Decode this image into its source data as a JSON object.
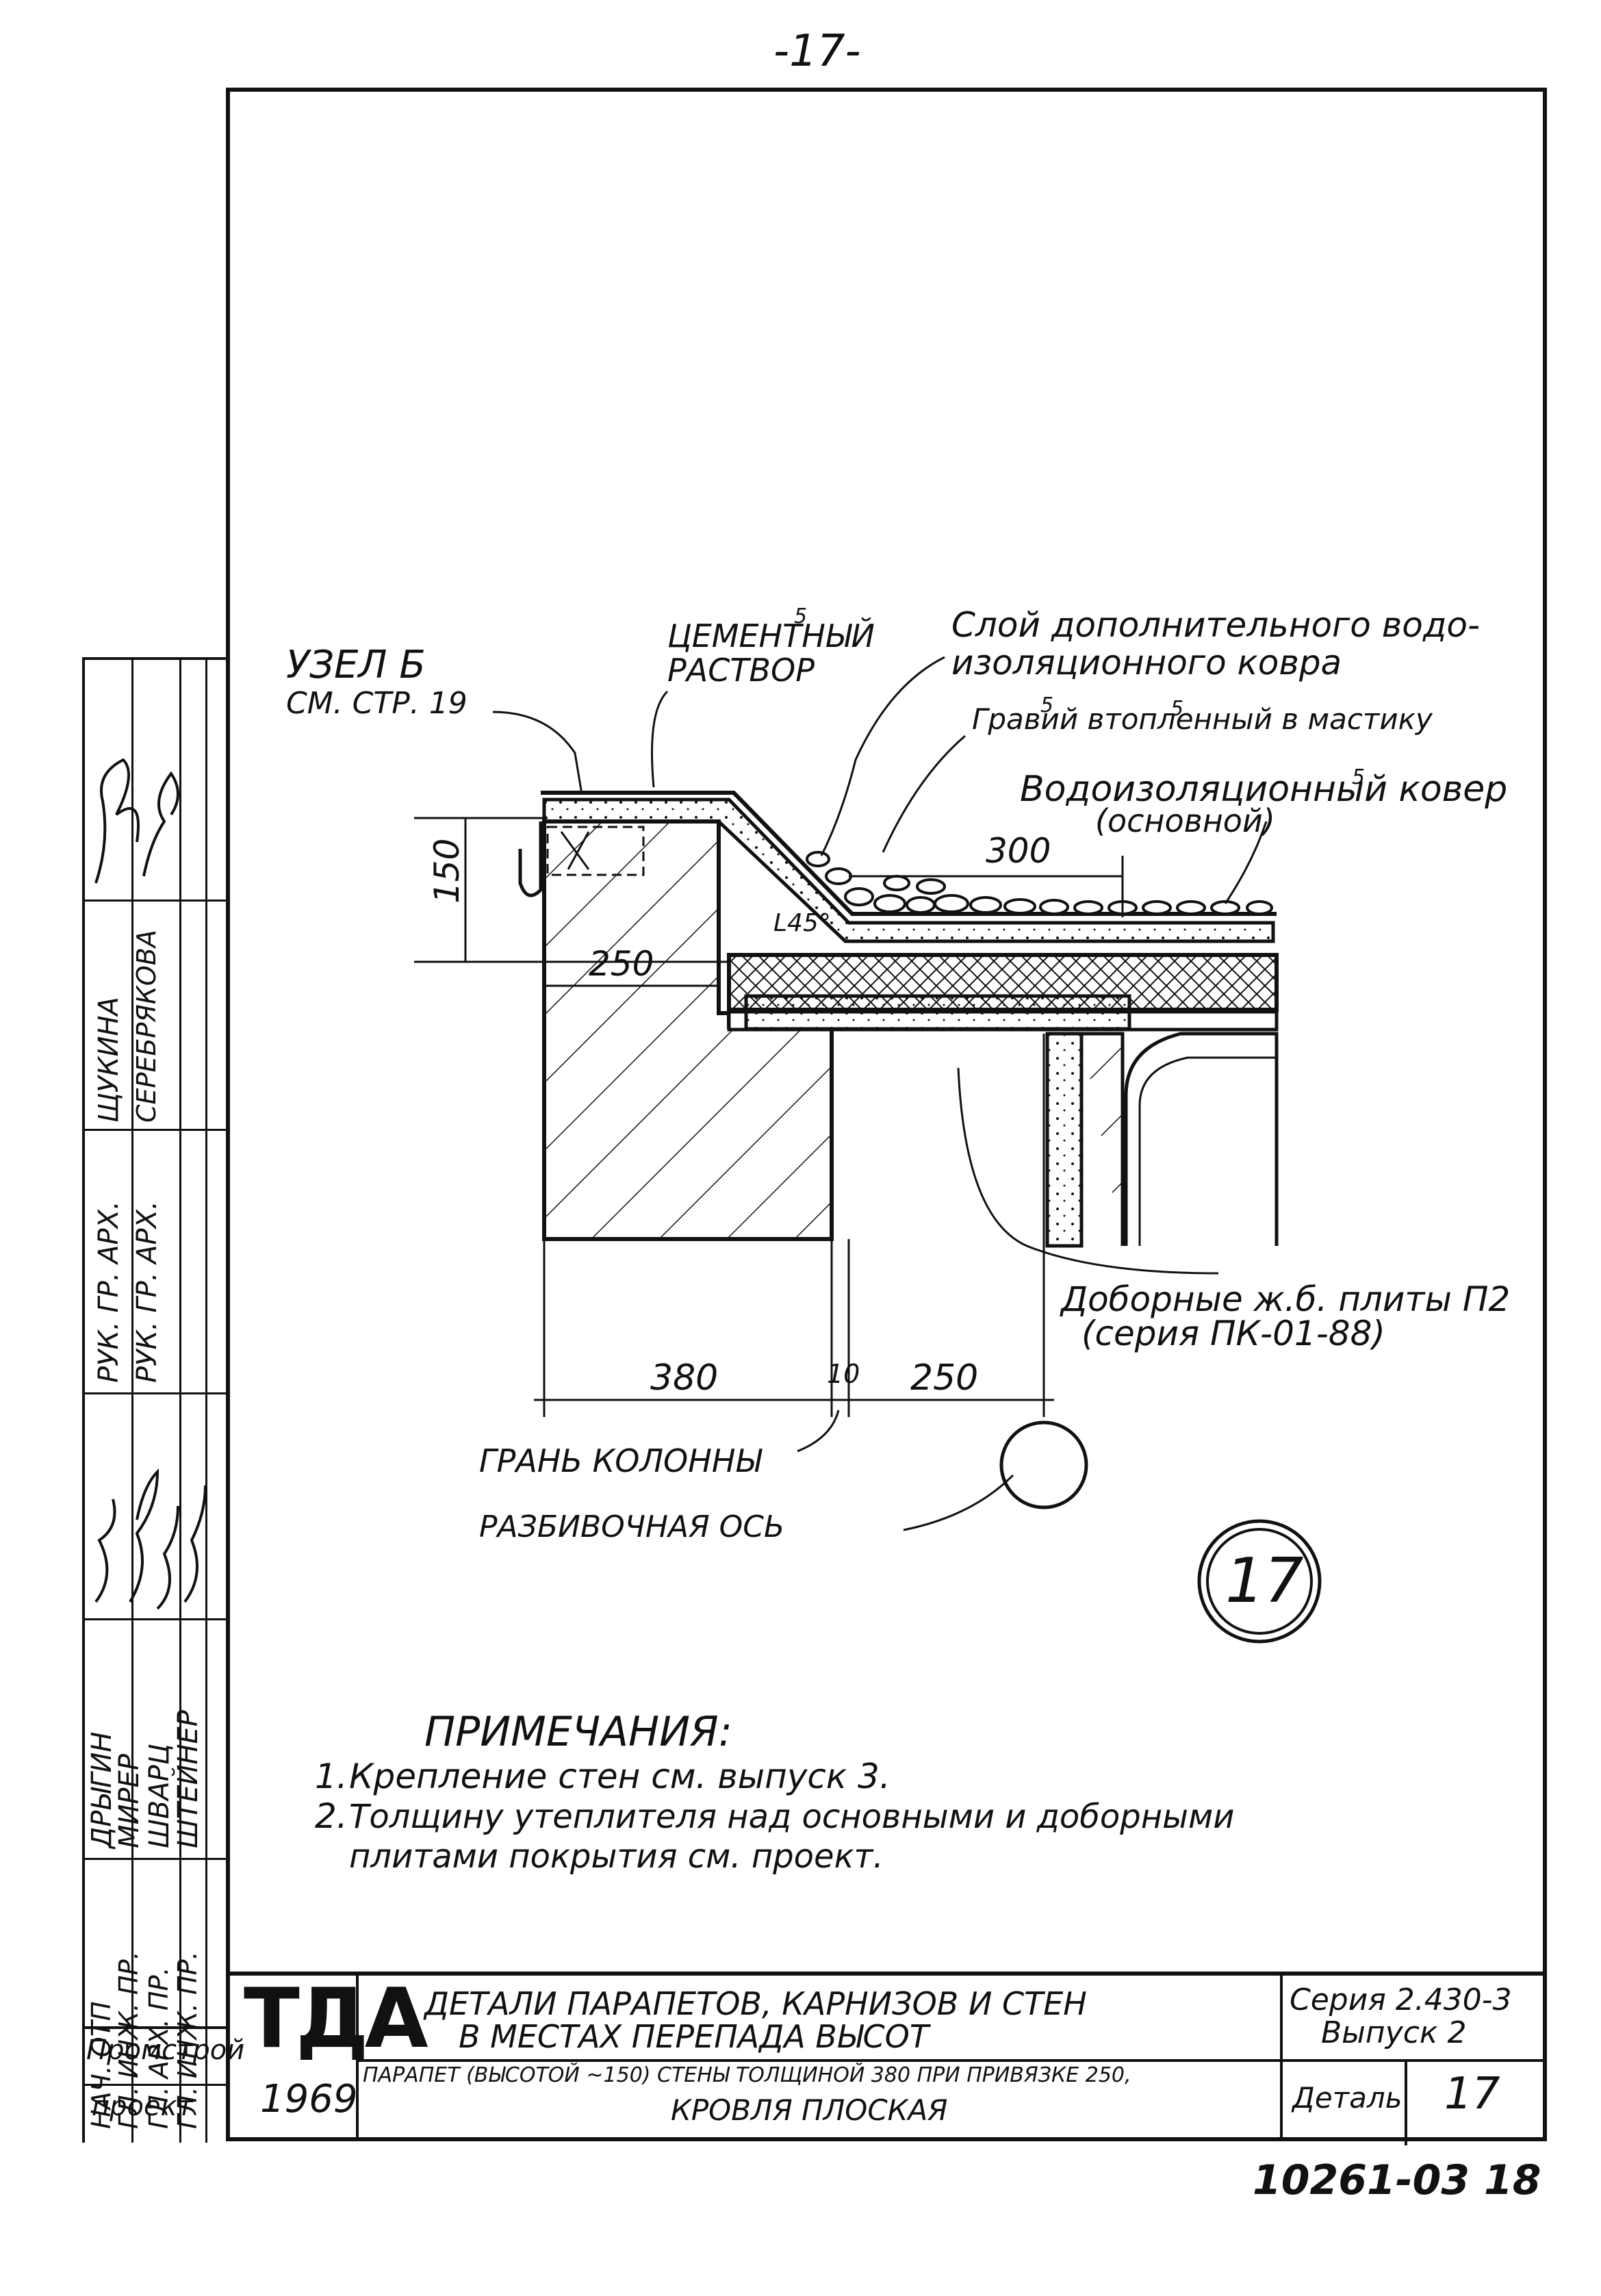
{
  "page_number": "-17-",
  "labels": {
    "node": "УЗЕЛ Б",
    "node_ref": "СМ. СТР. 19",
    "cement_1": "ЦЕМЕНТНЫЙ",
    "cement_2": "РАСТВОР",
    "extra_layer_1": "Слой дополнительного водо-",
    "extra_layer_2": "изоляционного ковра",
    "gravel": "Гравий втопленный в мастику",
    "main_carpet_1": "Водоизоляционный ковер",
    "main_carpet_2": "(основной)",
    "slabs_1": "Доборные ж.б. плиты П2",
    "slabs_2": "(серия ПК-01-88)",
    "column_face": "ГРАНЬ КОЛОННЫ",
    "axis": "РАЗБИВОЧНАЯ ОСЬ",
    "angle": "L45°",
    "dim_150": "150",
    "dim_250_top": "250",
    "dim_300": "300",
    "dim_380": "380",
    "dim_10": "10",
    "dim_250_bottom": "250",
    "detail_number": "17",
    "sup_5a": "5",
    "sup_5b": "5",
    "sup_5c": "5",
    "sup_5d": "5"
  },
  "notes": {
    "title": "ПРИМЕЧАНИЯ:",
    "n1_num": "1.",
    "n1": "Крепление стен см. выпуск 3.",
    "n2_num": "2.",
    "n2a": "Толщину утеплителя над основными и доборными",
    "n2b": "плитами покрытия см. проект."
  },
  "title_block": {
    "org_1": "Промстрой",
    "org_2": "проект",
    "logo": "ТДА",
    "year": "1969",
    "title_1": "ДЕТАЛИ ПАРАПЕТОВ, КАРНИЗОВ И СТЕН",
    "title_2": "В МЕСТАХ ПЕРЕПАДА ВЫСОТ",
    "subtitle_1": "ПАРАПЕТ (ВЫСОТОЙ ~150) СТЕНЫ ТОЛЩИНОЙ 380 ПРИ ПРИВЯЗКЕ 250,",
    "subtitle_2": "КРОВЛЯ ПЛОСКАЯ",
    "series_1": "Серия 2.430-3",
    "series_2": "Выпуск 2",
    "detail_label": "Деталь",
    "detail_value": "17",
    "doc_number": "10261-03 18"
  },
  "staff": [
    {
      "role": "НАЧ. ОТП",
      "name": "ДРЫГИН",
      "sign": "Ѣу"
    },
    {
      "role": "ГЛ. ИНЖ. ПР.",
      "name": "МИРЕР",
      "sign": "ЫМ"
    },
    {
      "role": "ГЛ. АРХ. ПР.",
      "name": "ШВАРЦ",
      "sign": "Шв"
    },
    {
      "role": "ГЛ. ИНЖ. ПР.",
      "name": "ШТЕЙНЕР",
      "sign": "Шт"
    },
    {
      "role": "РУК. ГР. АРХ.",
      "name": "ЩУКИНА",
      "sign": "Щук"
    },
    {
      "role": "РУК. ГР. АРХ.",
      "name": "СЕРЕБРЯКОВА",
      "sign": "Серебр"
    }
  ]
}
